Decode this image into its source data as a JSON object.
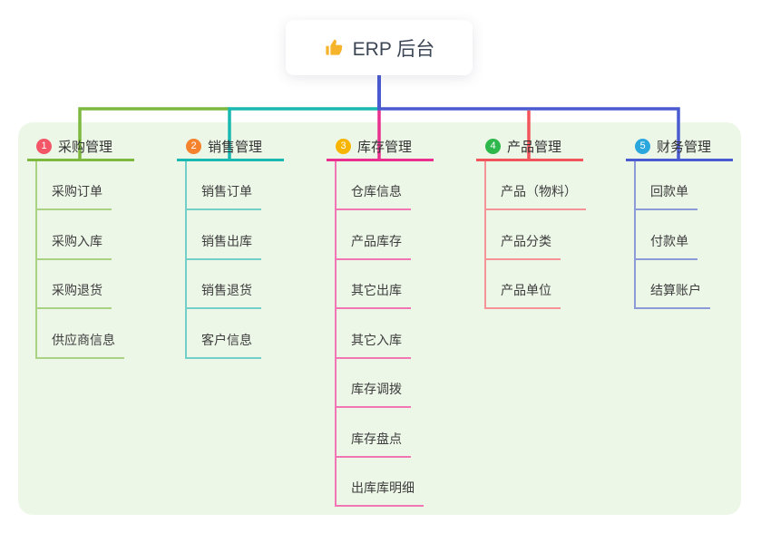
{
  "root": {
    "icon": "thumbs-up",
    "icon_glyph": "👍",
    "label": "ERP 后台"
  },
  "colors": {
    "canvas_bg": "#ffffff",
    "panel_bg": "#edf7e8",
    "root_line": "#4a5bd1",
    "root_text": "#3c4654",
    "node_text": "#3d3d3d",
    "icon_gold": "#f6b42c"
  },
  "branches": [
    {
      "index": "1",
      "label": "采购管理",
      "badge_color": "#f35666",
      "line_color": "#7cb93e",
      "child_line_color": "#a9d383",
      "children": [
        "采购订单",
        "采购入库",
        "采购退货",
        "供应商信息"
      ]
    },
    {
      "index": "2",
      "label": "销售管理",
      "badge_color": "#f5822d",
      "line_color": "#19b8b0",
      "child_line_color": "#73d0c9",
      "children": [
        "销售订单",
        "销售出库",
        "销售退货",
        "客户信息"
      ]
    },
    {
      "index": "3",
      "label": "库存管理",
      "badge_color": "#f7b500",
      "line_color": "#e9308e",
      "child_line_color": "#f275b4",
      "children": [
        "仓库信息",
        "产品库存",
        "其它出库",
        "其它入库",
        "库存调拨",
        "库存盘点",
        "出库库明细"
      ]
    },
    {
      "index": "4",
      "label": "产品管理",
      "badge_color": "#2eb84b",
      "line_color": "#f2545b",
      "child_line_color": "#f59398",
      "children": [
        "产品（物料）",
        "产品分类",
        "产品单位"
      ]
    },
    {
      "index": "5",
      "label": "财务管理",
      "badge_color": "#2aa7dd",
      "line_color": "#4a5bd1",
      "child_line_color": "#8c9bd8",
      "children": [
        "回款单",
        "付款单",
        "结算账户"
      ]
    }
  ]
}
